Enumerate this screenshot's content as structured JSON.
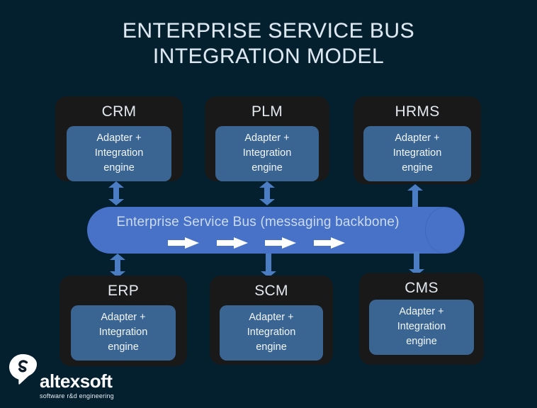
{
  "diagram": {
    "title_line1": "ENTERPRISE SERVICE BUS",
    "title_line2": "INTEGRATION MODEL",
    "background_color": "#04202f",
    "node_color": "#191919",
    "adapter_color": "#3a6593",
    "bus_color": "#4772c7",
    "arrow_color": "#4a7dc4"
  },
  "adapter_label": "Adapter +\nIntegration\nengine",
  "top_nodes": [
    {
      "id": "crm",
      "label": "CRM",
      "adapter": "Adapter + Integration engine",
      "connector": "double-arrow-vertical"
    },
    {
      "id": "plm",
      "label": "PLM",
      "adapter": "Adapter + Integration engine",
      "connector": "double-arrow-vertical"
    },
    {
      "id": "hrms",
      "label": "HRMS",
      "adapter": "Adapter + Integration engine",
      "connector": "arrow-up"
    }
  ],
  "bottom_nodes": [
    {
      "id": "erp",
      "label": "ERP",
      "adapter": "Adapter + Integration engine",
      "connector": "double-arrow-vertical"
    },
    {
      "id": "scm",
      "label": "SCM",
      "adapter": "Adapter + Integration engine",
      "connector": "arrow-down"
    },
    {
      "id": "cms",
      "label": "CMS",
      "adapter": "Adapter + Integration engine",
      "connector": "arrow-down"
    }
  ],
  "bus": {
    "label": "Enterprise Service Bus (messaging backbone)",
    "flow_arrow_count": 4,
    "flow_direction": "right"
  },
  "adapter_lines": {
    "line1": "Adapter +",
    "line2": "Integration",
    "line3": "engine"
  },
  "logo": {
    "word": "altexsoft",
    "tagline": "software r&d engineering"
  }
}
